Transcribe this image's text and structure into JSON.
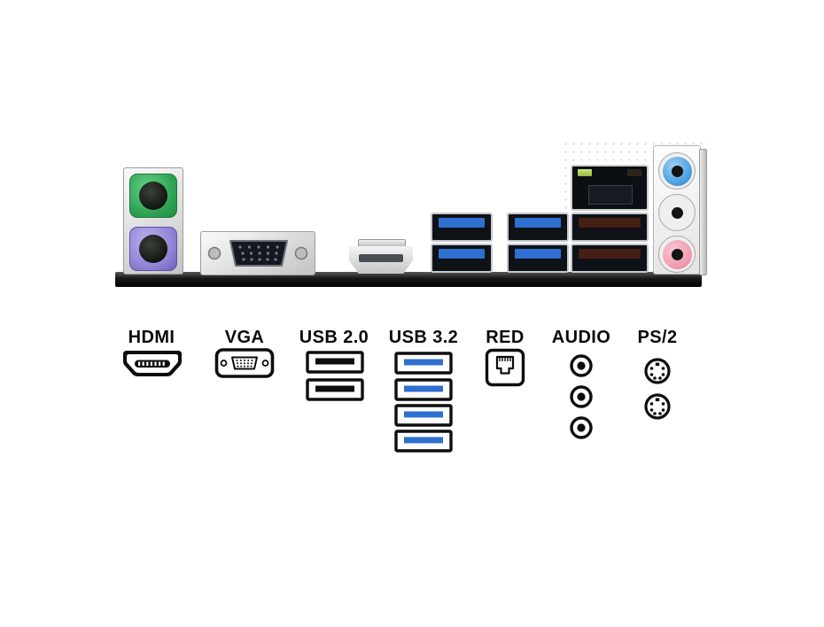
{
  "colors": {
    "usb3_blue": "#2e6fd0",
    "audio_blue": "#4a9fe0",
    "audio_green": "#8fcb8f",
    "audio_pink": "#f09cb0",
    "ps2_green": "#2fa455",
    "ps2_purple": "#9183d6"
  },
  "panel": {
    "ports": [
      {
        "name": "ps2-mouse-port",
        "color_key": "ps2_green"
      },
      {
        "name": "ps2-keyboard-port",
        "color_key": "ps2_purple"
      },
      {
        "name": "vga-port"
      },
      {
        "name": "hdmi-port"
      },
      {
        "name": "usb3-ports",
        "count": 4
      },
      {
        "name": "lan-rj45-port"
      },
      {
        "name": "usb2-ports",
        "count": 2
      },
      {
        "name": "audio-jacks",
        "count": 3
      }
    ]
  },
  "legend": {
    "items": [
      {
        "id": "hdmi",
        "label": "HDMI",
        "icon": "hdmi-connector-icon",
        "icon_count": 1
      },
      {
        "id": "vga",
        "label": "VGA",
        "icon": "vga-connector-icon",
        "icon_count": 1
      },
      {
        "id": "usb20",
        "label": "USB 2.0",
        "icon": "usb2-port-icon",
        "icon_count": 2
      },
      {
        "id": "usb32",
        "label": "USB 3.2",
        "icon": "usb3-port-icon",
        "icon_count": 4
      },
      {
        "id": "lan",
        "label": "RED",
        "icon": "rj45-jack-icon",
        "icon_count": 1
      },
      {
        "id": "audio",
        "label": "AUDIO",
        "icon": "audio-jack-icon",
        "icon_count": 3
      },
      {
        "id": "ps2",
        "label": "PS/2",
        "icon": "ps2-connector-icon",
        "icon_count": 2
      }
    ]
  }
}
